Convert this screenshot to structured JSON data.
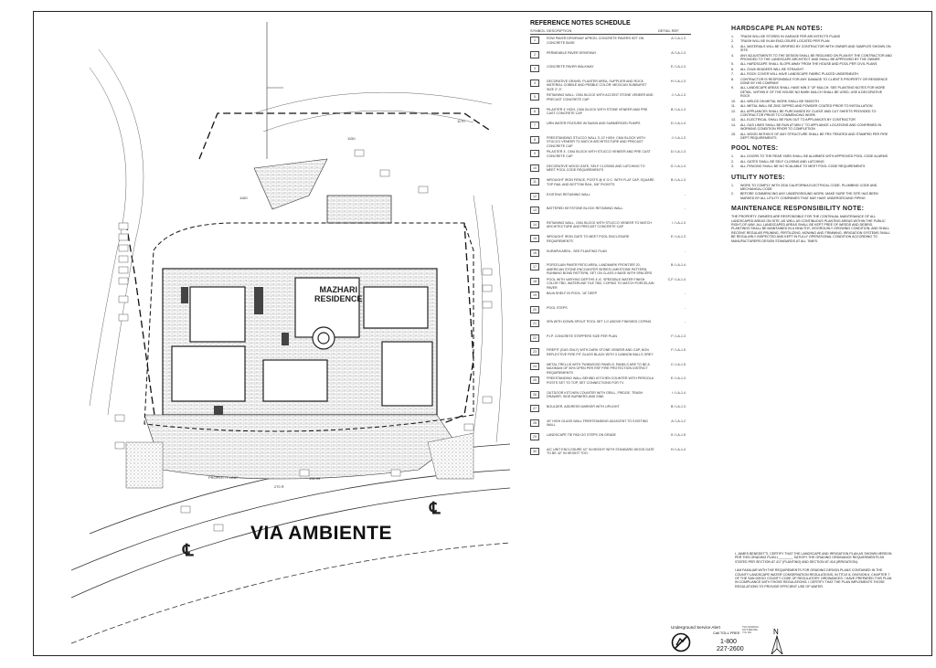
{
  "plan": {
    "street_name": "VIA AMBIENTE",
    "project_name_line1": "MAZHARI",
    "project_name_line2": "RESIDENCE",
    "centerline_symbol": "℄",
    "property_line_label": "PROPERTY LINE",
    "dimension_labels": [
      "132.99",
      "270 R",
      "1150",
      "1160",
      "1170",
      "1180"
    ],
    "callout_numbers": [
      "1",
      "2",
      "3",
      "4",
      "5",
      "6",
      "7",
      "8",
      "9",
      "10",
      "11",
      "12",
      "13",
      "14",
      "15",
      "16",
      "17",
      "18",
      "19",
      "20",
      "21",
      "22",
      "23",
      "24",
      "25",
      "26",
      "27",
      "28",
      "29",
      "30",
      "31"
    ]
  },
  "schedule": {
    "title": "REFERENCE NOTES SCHEDULE",
    "headers": {
      "symbol": "SYMBOL",
      "description": "DESCRIPTION",
      "detail": "DETAIL REF."
    },
    "rows": [
      {
        "sym": "1",
        "desc": "ROW PAVER DRIVEWAY APRON, CONCRETE PAVERS SET ON CONCRETE BASE",
        "ref": "A / LA-1.3"
      },
      {
        "sym": "2",
        "desc": "PERMEABLE PAVER DRIVEWAY",
        "ref": "A / LA-1.3"
      },
      {
        "sym": "3",
        "desc": "CONCRETE PAVER WALKWAY",
        "ref": "E / LA-1.3"
      },
      {
        "sym": "4",
        "desc": "DECORATIVE GRAVEL PLANTER AREA, SUPPLIER AND ROCK MATERIAL COBBLE AND PEBBLE COLOR: MEXICAN SUNBURST SIZE 2\"-3\"",
        "ref": "H / LA-1.3"
      },
      {
        "sym": "5",
        "desc": "RETAINING WALL: CMU BLOCK WITH ACCENT STONE VENEER AND PRECAST CONCRETE CAP",
        "ref": "J / LA-1.3"
      },
      {
        "sym": "6",
        "desc": "PILASTER 4' HIGH, CMU BLOCK WITH STONE VENEER AND PRE CAST CONCRETE CAP",
        "ref": "B / LA-1.3"
      },
      {
        "sym": "7",
        "desc": "URN WATER FEATURE W/ BASIN AND SUBMERGED PUMPS",
        "ref": "D / LA-1.4"
      },
      {
        "sym": "8",
        "desc": "FREESTANDING STUCCO WALL 3'-12' HIGH, CMU BLOCK WITH STUCCO VENEER TO MATCH ARCHITECTURE AND PRECAST CONCRETE CAP",
        "ref": "J / LA-1.3"
      },
      {
        "sym": "9",
        "desc": "PILASTER 4', CMU BLOCK WITH STUCCO VENEER AND PRE CAST CONCRETE CAP",
        "ref": "D / LA-1.3"
      },
      {
        "sym": "10",
        "desc": "DECORATIVE WOOD GATE, SELF CLOSING AND LATCHING TO MEET POOL CODE REQUIREMENTS",
        "ref": "G / LA-1.4"
      },
      {
        "sym": "11",
        "desc": "WROUGHT IRON FENCE, POSTS @ 6' O.C. WITH FLAT CAP, SQUARE TOP RAIL AND BOTTOM RAIL, 5/8\" PICKETS",
        "ref": "B / LA-1.3"
      },
      {
        "sym": "12",
        "desc": "EXISTING RETAINING WALL",
        "ref": "-"
      },
      {
        "sym": "13",
        "desc": "BATTERED KEYSTONE BLOCK RETAINING WALL",
        "ref": "-"
      },
      {
        "sym": "14",
        "desc": "RETAINING WALL, CMU BLOCK WITH STUCCO VENEER TO MATCH ARCHITECTURE AND PRECAST CONCRETE CAP",
        "ref": "I / LA-1.3"
      },
      {
        "sym": "15",
        "desc": "WROUGHT IRON GATE TO MEET POOL ENCLOSURE REQUIREMENTS",
        "ref": "E / LA-1.3"
      },
      {
        "sym": "16",
        "desc": "KURAPIA AREA - SEE PLANTING PLAN",
        "ref": "-"
      },
      {
        "sym": "17",
        "desc": "PORCELAIN PAVER PATIO AREA, LANDMARK FRONTIER 20, AMERICAN STONE ENCOUNTER SERIES LIMESTONE PATTERN, RUNNING BOND PATTERN, SET ON CLASS II BASE WITH SPACERS",
        "ref": "B / LA-1.4"
      },
      {
        "sym": "18",
        "desc": "POOL WITH VARYING DEPTHS 4'-6', SPEEDBLE WATER FINISH COLOR TBD, WATERLINE TILE TBD, COPING TO MATCH PORCELAIN PAVER",
        "ref": "C,F / LA-1.4"
      },
      {
        "sym": "19",
        "desc": "BAJA SHELF IN POOL, 18\" DEEP",
        "ref": "-"
      },
      {
        "sym": "20",
        "desc": "POOL STEPS",
        "ref": "-"
      },
      {
        "sym": "21",
        "desc": "SPA WITH DOWN-SPOUT POOL SET 1.0' ABOVE FINISHED COPING",
        "ref": "-"
      },
      {
        "sym": "22",
        "desc": "P.I.P. CONCRETE STEPPERS SIZE PER PLAN",
        "ref": "F / LA-1.3"
      },
      {
        "sym": "23",
        "desc": "FIREPIT (GAS ONLY) WITH DARK STONE VENEER AND CAP, NON REFLECTIVE FIRE PIT GLASS BLACK WITH 3 CANNON BALLS GREY",
        "ref": "F / LA-1.5"
      },
      {
        "sym": "24",
        "desc": "METAL TRELLIS WITH TWINWOOD PANELS, PANELS ARE TO BE A MAXIMUM OF 50% OPEN PER RSF FIRE PROTECTION DISTRICT REQUIREMENTS",
        "ref": "C / LA-1.5"
      },
      {
        "sym": "25",
        "desc": "FREESTANDING WALL BEHIND KITCHEN COUNTER WITH PERGOLA POSTS SET TO TOP, SET CONNECTIONS FOR TV",
        "ref": "E / LA-1.3"
      },
      {
        "sym": "26",
        "desc": "OUTDOOR KITCHEN COUNTER WITH GRILL, FRIDGE, TRASH DRAWER, SIDE BURNERS AND SINK",
        "ref": "I / LA-1.4"
      },
      {
        "sym": "27",
        "desc": "BOULDER, ADDRESS MARKER WITH UPLIGHT",
        "ref": "B / LA-1.3"
      },
      {
        "sym": "28",
        "desc": "40\" HIGH GLASS WALL FREESTANDING ADJACENT TO EXISTING WALL",
        "ref": "A / LA-1.2"
      },
      {
        "sym": "29",
        "desc": "LANDSCAPE TIE PAD OG STEPS ON GRADE",
        "ref": "G / LA-1.5"
      },
      {
        "sym": "30",
        "desc": "A/C UNIT ENCLOSURE 42\" IN HEIGHT WITH STANDARD WOOD GATE TO BE 42\" IN HEIGHT TOO.",
        "ref": "H / LA-1.4"
      }
    ]
  },
  "notes": {
    "hardscape_title": "HARDSCAPE PLAN NOTES:",
    "hardscape": [
      "TRASH WILL BE STORED IN GARAGE PER ARCHITECTS PLANS",
      "TRASH WILL BE IN AN ENCLOSURE LOCATED PER PLAN",
      "ALL MATERIALS WILL BE VERIFIED BY CONTRACTOR WITH OWNER AND SAMPLES SHOWN ON SITE",
      "ANY ADJUSTMENTS TO THE DESIGN SHALL BE REDLINED ON PLAN BY THE CONTRACTOR AND PROVIDED TO THE LANDSCAPE ARCHITECT AND SHALL BE APPROVED BY THE OWNER",
      "ALL HARDSCAPE SHALL SLOPE AWAY FROM THE HOUSE AND POOL PER CIVIL PLANS",
      "ALL 2X4/6 HEADERS WILL BE STRAIGHT",
      "ALL ROCK COVER WILL HAVE LANDSCAPE FABRIC PLACED UNDERNEATH",
      "CONTRACTOR IS RESPONSIBLE FOR ANY DAMAGE TO CLIENT'S PROPERTY OR RESIDENCE DONE BY HIS COMPANY",
      "ALL LANDSCAPE AREAS SHALL HAVE MIN 3\" OF MULCH. SEE PLANTING NOTES FOR MORE DETAIL. WITHIN 5' OF THE HOUSE NO BARK MULCH SHALL BE USED, USE A DECORATIVE ROCK",
      "ALL WELDS ON METAL WORK SHALL BE SMOOTH",
      "ALL METAL WALL BE ZINC DIPPED AND POWDER COATED PRIOR TO INSTALLATION",
      "ALL APPLIANCES SHALL BE PURCHASED BY CLIENT AND CUT SHEETS PROVIDED TO CONTRACTOR PRIOR TO COMMENCING WORK",
      "ALL ELECTRICAL SHALL BE RUN OUT TO APPLIANCES BY CONTRACTOR",
      "ALL GAS LINES SHALL BE RUN AT MIN 1\" TO APPLIANCE LOCATIONS AND CONFIRMED IN WORKING CONDITION PRIOR TO COMPLETION",
      "ALL WOOD WITHIN 5' OF ANY STRUCTURE SHALL BE FRX TREATED AND STAMPED PER FIRE DEPT REQUIREMENTS"
    ],
    "pool_title": "POOL NOTES:",
    "pool": [
      "ALL DOORS TO THE REAR YARD SHALL BE ALARMED WITH APPROVED POOL CODE ALARMS",
      "ALL GATES SHALL BE SELF CLOSING AND LATCHING",
      "ALL FENCING SHALL BE NO SCALABLE TO MEET POOL CODE REQUIREMENTS"
    ],
    "utility_title": "UTILITY NOTES:",
    "utility": [
      "WORK TO COMPLY WITH 2016 CALIFORNIA ELECTRICAL CODE, PLUMBING CODE AND MECHANICAL CODE",
      "BEFORE COMMENCING ANY UNDERGROUND WORK, MAKE SURE THE SITE HAS BEEN MARKED BY ALL UTILITY COMPANIES THAT MAY HAVE UNDERGROUND PIPING"
    ],
    "maintenance_title": "MAINTENANCE RESPONSIBILITY NOTE:",
    "maintenance": "THE PROPERTY OWNERS ARE RESPONSIBLE FOR THE CONTINUAL MAINTENANCE OF ALL LANDSCAPED AREAS ON SITE, AS WELL AS CONTINUOUS PLANTING AREAS WITHIN THE PUBLIC RIGHT-OF-WAY. ALL LANDSCAPED AREAS SHALL BE KEPT FREE OF WEEDS AND DEBRIS. PLANTINGS SHALL BE MAINTAINED IN A HEALTHY, VIGOROUSLY GROWING CONDITION, AND SHALL RECEIVE REGULAR PRUNING, FERTILIZING, MOWING AND TRIMMING. IRRIGATION SYSTEMS SHALL BE REGULARLY INSPECTED AND KEPT IN FULLY OPERATIONAL CONDITION ACCORDING TO MANUFACTURERS DESIGN STANDARDS AT ALL TIMES."
  },
  "certification": {
    "para1": "I, JAMES BENEDETTI, CERTIFY THAT THE LANDSCAPE AND IRRIGATION PLAN AS SHOWN HEREON PER THIS GRADING PLAN L________ SATISFY THE GRADING ORDINANCE REQUIREMENTS AS STATED PER SECTION 87.417 (PLANTING) AND SECTION 87.418 (IRRIGATION).",
    "para2": "I AM FAMILIAR WITH THE REQUIREMENTS FOR GRADING DESIGN PLANS CONTAINED IN THE COUNTY LANDSCAPE WATER CONSERVATION REGULATIONS, IN TITLE 8, DIVISION 6, CHAPTER 7 OF THE SAN DIEGO COUNTY CODE OF REGULATORY ORDINANCES. I HAVE PREPARED THIS PLAN IN COMPLIANCE WITH THOSE REGULATIONS. I CERTIFY THAT THE PLAN IMPLEMENTS THOSE REGULATIONS TO PROVIDE EFFICIENT USE OF WATER."
  },
  "usa": {
    "title": "Underground Service Alert",
    "dial": "Call TOLL FREE",
    "toll_free": "",
    "phone_line1": "1-800",
    "phone_line2": "227-2600",
    "fine_print": "TWO WORKING DAYS BEFORE YOU DIG"
  },
  "north_label": "N"
}
